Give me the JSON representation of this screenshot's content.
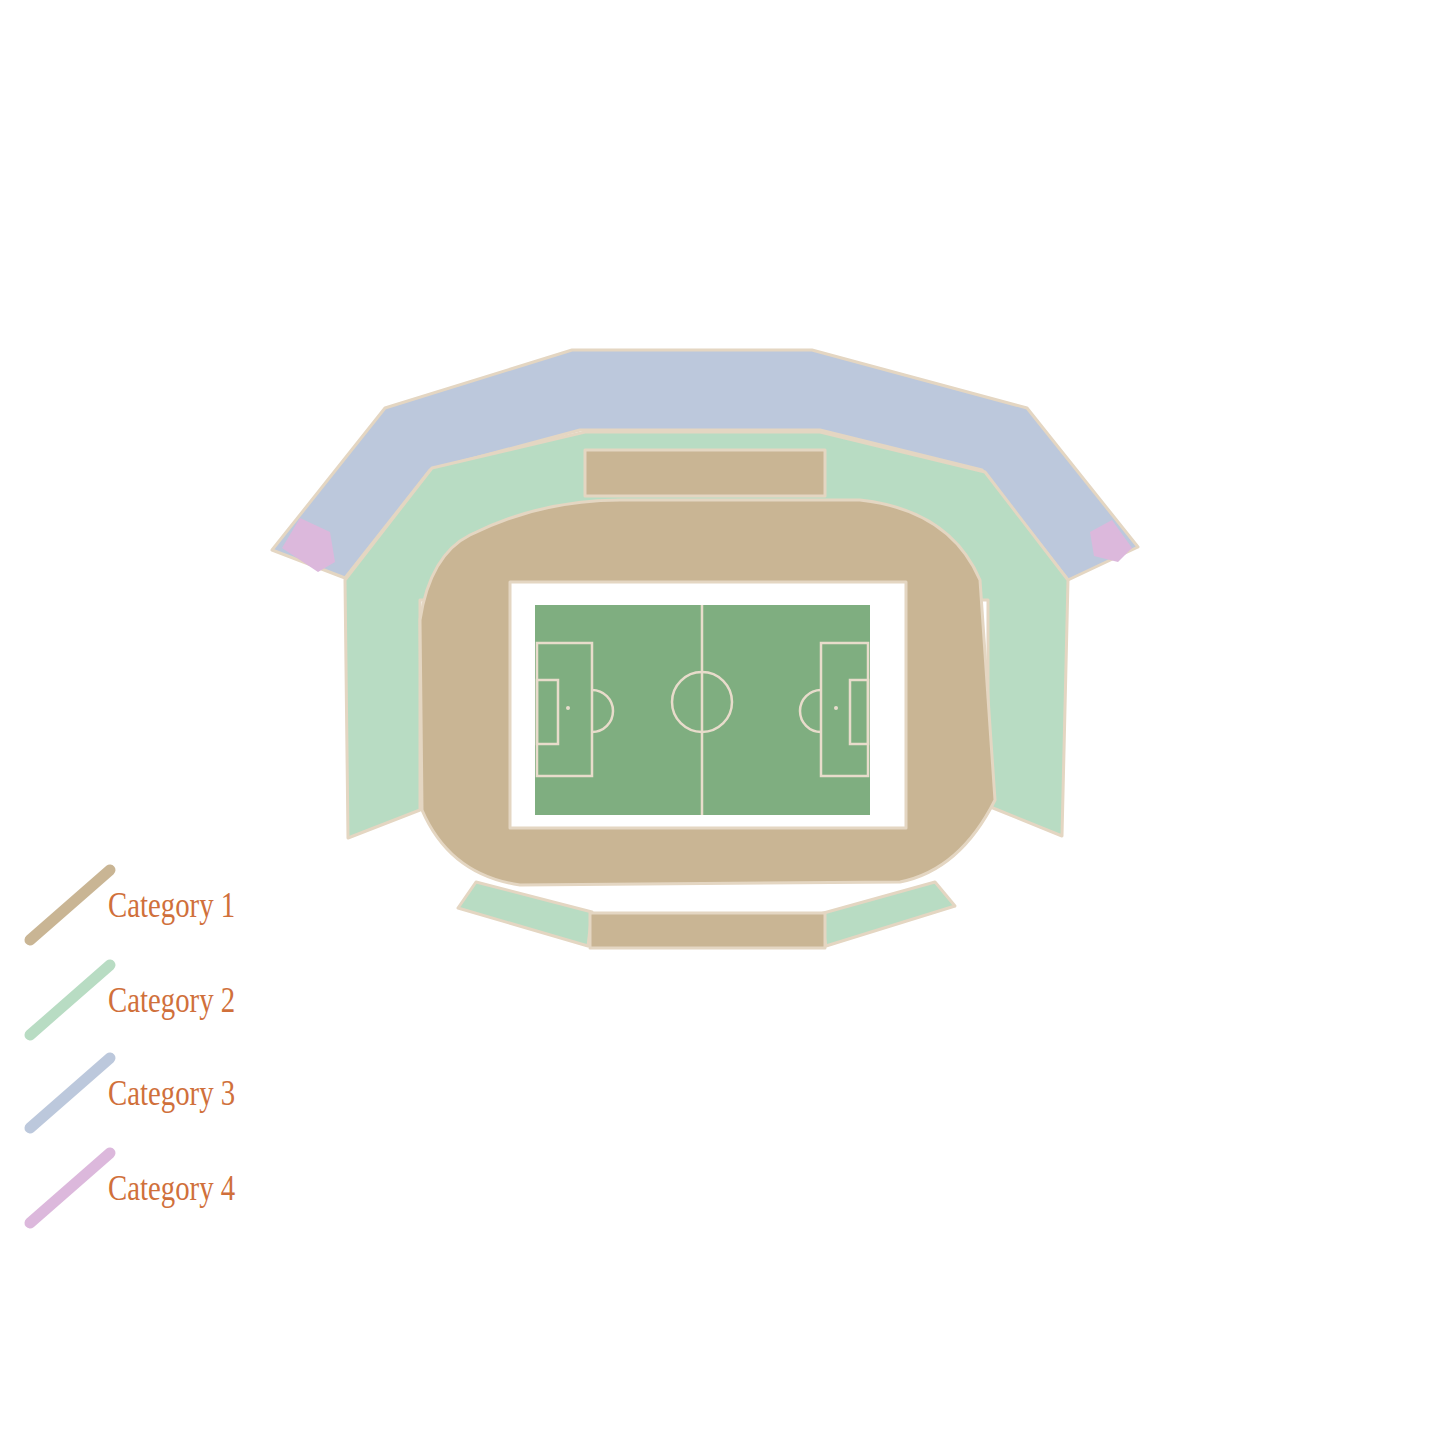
{
  "diagram": {
    "legend": [
      {
        "text": "Category 1",
        "color": "#c9b594"
      },
      {
        "text": "Category 2",
        "color": "#b8dcc3"
      },
      {
        "text": "Category 3",
        "color": "#bcc8dc"
      },
      {
        "text": "Category 4",
        "color": "#dcb8dc"
      }
    ]
  }
}
